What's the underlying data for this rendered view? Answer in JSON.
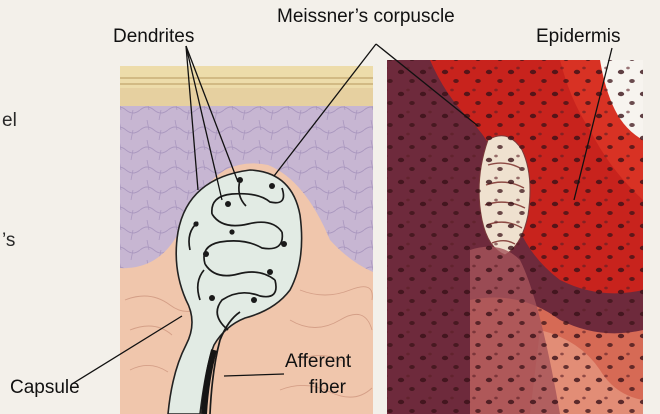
{
  "labels": {
    "dendrites": "Dendrites",
    "meissner": "Meissner’s corpuscle",
    "epidermis": "Epidermis",
    "capsule": "Capsule",
    "afferent_line1": "Afferent",
    "afferent_line2": "fiber"
  },
  "margin_fragments": {
    "el": "el",
    "s": "’s"
  },
  "colors": {
    "page": "#f3f0ea",
    "stratum_corneum": "#eddcaa",
    "epidermis_drawing": "#c7b6d2",
    "dermis_drawing": "#f0c6ac",
    "capsule_fill": "#e2ebe4",
    "micrograph_red": "#c8231d",
    "micrograph_dark": "#3a1218",
    "nerve_fiber": "#151515"
  }
}
